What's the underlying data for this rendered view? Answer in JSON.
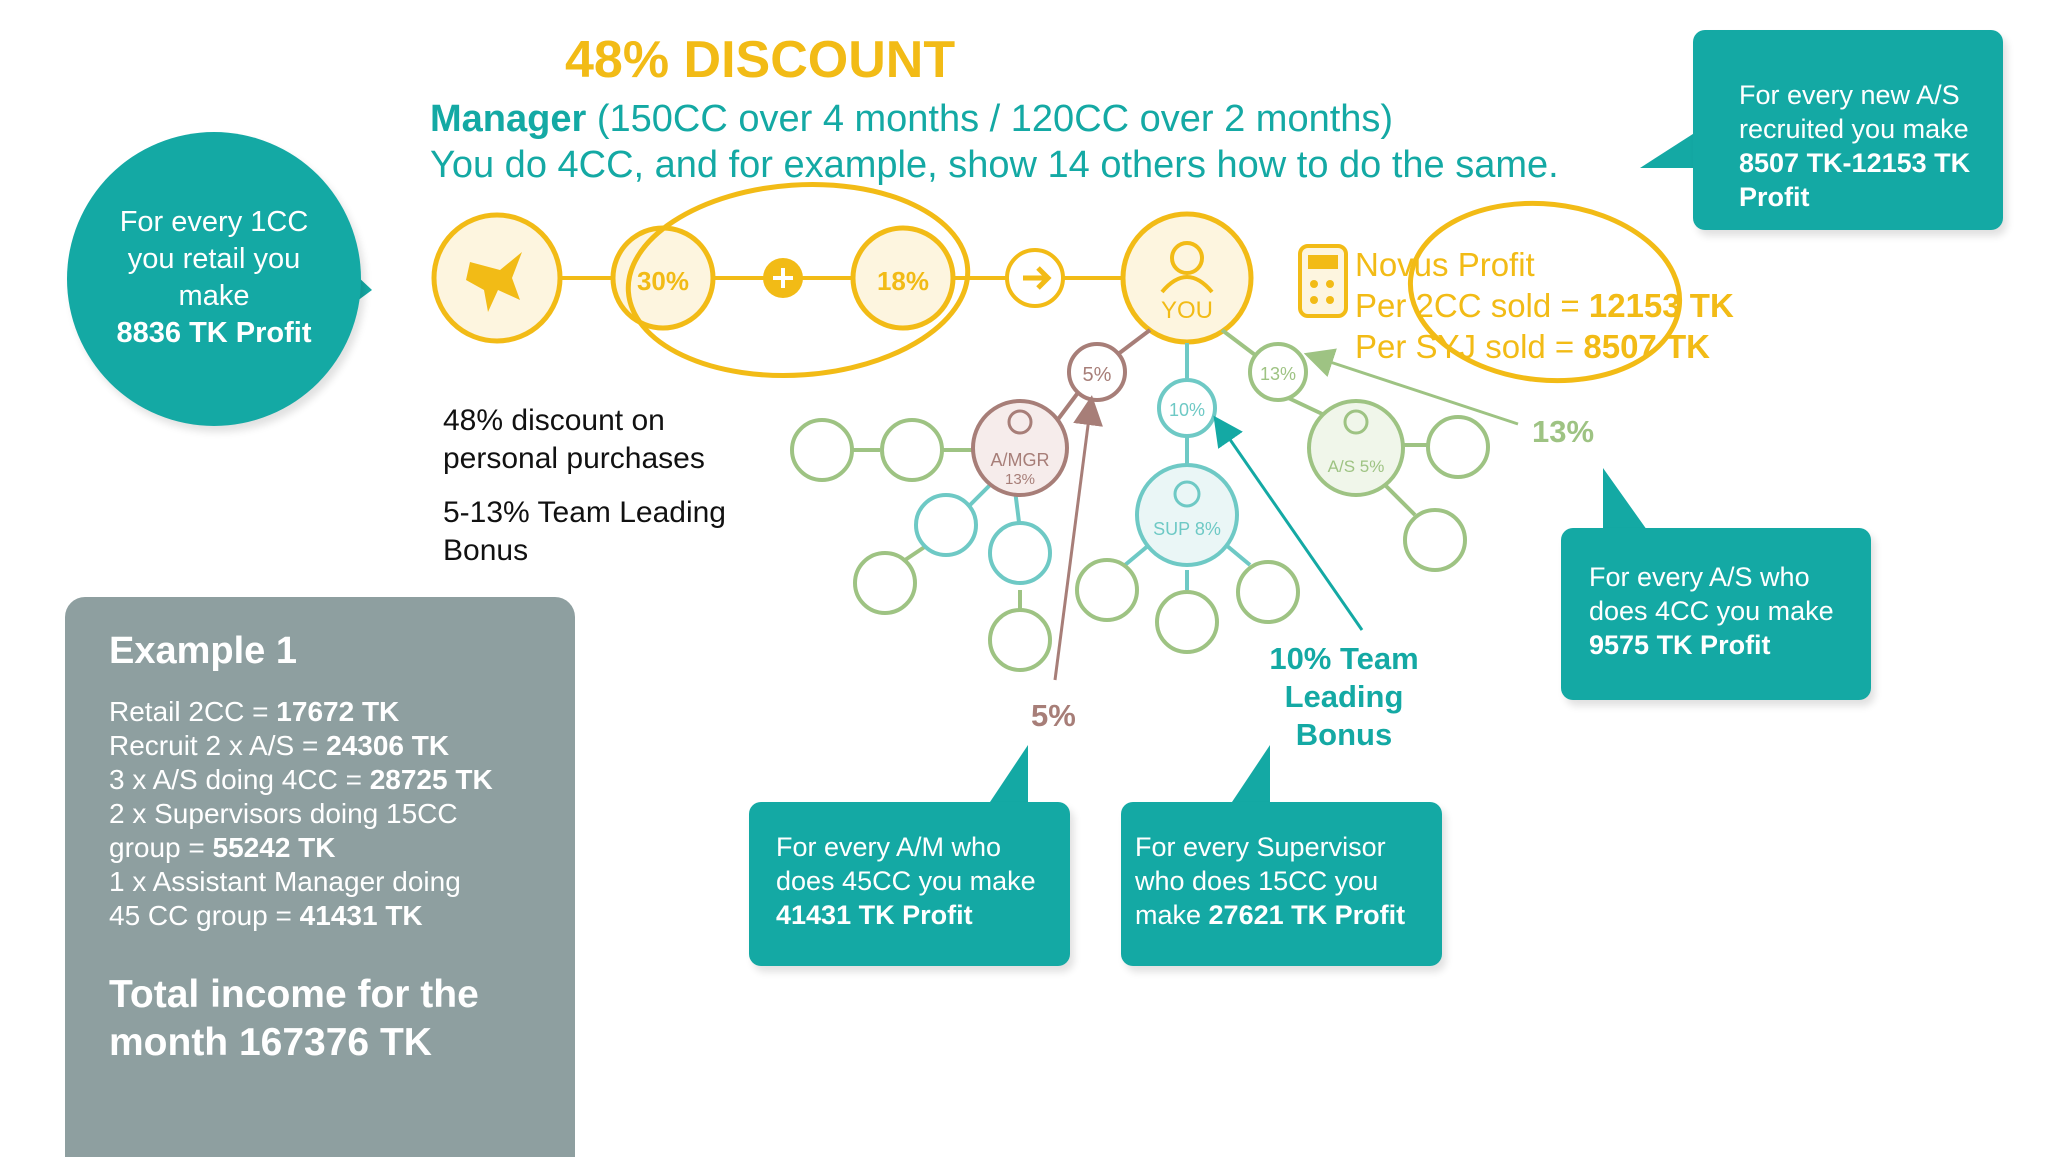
{
  "header": {
    "title": "48% DISCOUNT",
    "manager_bold": "Manager",
    "manager_rest": " (150CC over 4 months / 120CC over 2 months)",
    "subline": "You do 4CC, and for example, show 14 others how to do the same."
  },
  "circle_callout": {
    "lines": [
      "For every 1CC",
      "you retail you",
      "make"
    ],
    "bold": "8836 TK Profit"
  },
  "top_right_callout": {
    "lines": [
      "For every new A/S",
      "recruited you make"
    ],
    "bold_lines": [
      "8507 TK-12153 TK",
      "Profit"
    ]
  },
  "discount_notes": {
    "line1": "48% discount on",
    "line2": "personal purchases",
    "line3": "5-13% Team Leading",
    "line4": "Bonus"
  },
  "example": {
    "heading": "Example 1",
    "rows": [
      {
        "label": "Retail 2CC = ",
        "value": "17672 TK"
      },
      {
        "label": "Recruit 2 x A/S = ",
        "value": "24306 TK"
      },
      {
        "label": "3 x A/S doing 4CC = ",
        "value": "28725 TK"
      },
      {
        "label": "2 x Supervisors doing 15CC",
        "value": ""
      },
      {
        "label": "group = ",
        "value": "55242 TK"
      },
      {
        "label": "1 x Assistant Manager doing",
        "value": ""
      },
      {
        "label": "45 CC group = ",
        "value": "41431 TK"
      }
    ],
    "total_line1": "Total income for the",
    "total_line2": "month 167376 TK"
  },
  "novus": {
    "title": "Novus Profit",
    "line2_label": "Per 2CC sold = ",
    "line2_value": "12153 TK",
    "line3_label": "Per SYJ sold = ",
    "line3_value": "8507 TK"
  },
  "diagram": {
    "percent_30": "30%",
    "percent_18": "18%",
    "you_label": "YOU",
    "pct_5": "5%",
    "pct_10": "10%",
    "pct_13": "13%",
    "amgr_label": "A/MGR",
    "amgr_pct": "13%",
    "sup_label": "SUP 8%",
    "as_label": "A/S 5%"
  },
  "labels": {
    "label_13": "13%",
    "label_5": "5%",
    "team_bonus_1": "10% Team",
    "team_bonus_2": "Leading",
    "team_bonus_3": "Bonus"
  },
  "as_callout": {
    "lines": [
      "For every A/S who",
      "does 4CC you make"
    ],
    "bold": "9575 TK Profit"
  },
  "am_callout": {
    "lines": [
      "For every A/M who",
      "does 45CC you make"
    ],
    "bold": "41431 TK Profit"
  },
  "sup_callout": {
    "lines": [
      "For every Supervisor",
      "who does 15CC you"
    ],
    "pre": "make ",
    "bold": "27621 TK Profit"
  },
  "colors": {
    "teal": "#14a9a4",
    "yellow": "#f2bb16",
    "green": "#9ec383",
    "rose": "#a77e78",
    "grey_panel": "#8e9fa0"
  }
}
